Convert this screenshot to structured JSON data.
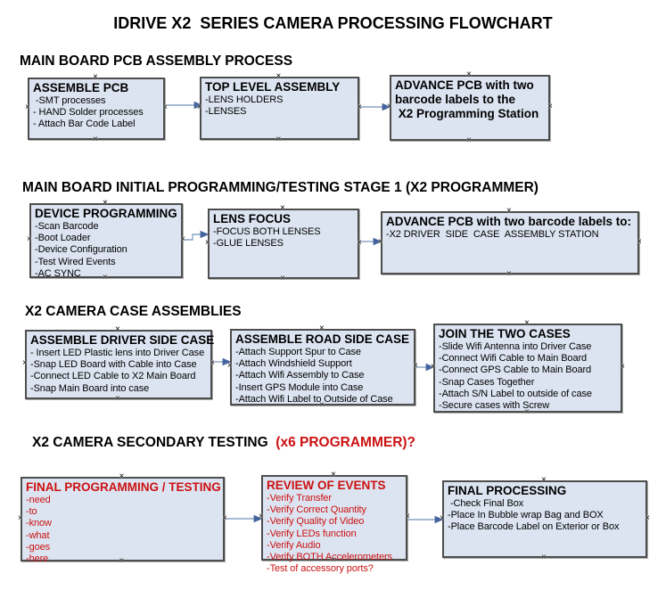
{
  "title": "IDRIVE X2  SERIES CAMERA PROCESSING FLOWCHART",
  "colors": {
    "box_fill": "#dce4f1",
    "box_border": "#4d4d4d",
    "accent_red": "#cc1111",
    "arrow_line": "#8aa3c6",
    "arrow_head": "#44639c"
  },
  "sections": [
    {
      "header": "MAIN BOARD PCB ASSEMBLY PROCESS"
    },
    {
      "header": "MAIN BOARD INITIAL PROGRAMMING/TESTING STAGE 1 (X2 PROGRAMMER)"
    },
    {
      "header": "X2 CAMERA CASE ASSEMBLIES"
    },
    {
      "header_black": "X2 CAMERA SECONDARY TESTING  ",
      "header_red": "(x6 PROGRAMMER)?"
    }
  ],
  "boxes": {
    "assemble_pcb": {
      "title": "ASSEMBLE PCB",
      "items": [
        " -SMT processes",
        "- HAND Solder processes",
        "- Attach Bar Code Label"
      ]
    },
    "top_level_assembly": {
      "title": "TOP LEVEL ASSEMBLY",
      "items": [
        "-LENS HOLDERS",
        "-LENSES"
      ]
    },
    "advance_pcb_programming": {
      "title": "ADVANCE PCB with two\nbarcode labels to the\n X2 Programming Station",
      "items": []
    },
    "device_programming": {
      "title": "DEVICE PROGRAMMING",
      "items": [
        "-Scan Barcode",
        "-Boot Loader",
        "-Device Configuration",
        "-Test Wired Events",
        "-AC SYNC"
      ]
    },
    "lens_focus": {
      "title": "LENS FOCUS",
      "items": [
        "-FOCUS BOTH LENSES",
        "-GLUE LENSES"
      ]
    },
    "advance_pcb_driver": {
      "title": "ADVANCE PCB with two barcode labels to:",
      "items": [
        "-X2 DRIVER  SIDE  CASE  ASSEMBLY STATION"
      ]
    },
    "assemble_driver_side": {
      "title": "ASSEMBLE DRIVER SIDE CASE",
      "items": [
        "- Insert LED Plastic lens into Driver Case",
        "-Snap LED Board with Cable into Case",
        "-Connect LED Cable to X2 Main Board",
        "-Snap Main Board into case"
      ]
    },
    "assemble_road_side": {
      "title": "ASSEMBLE ROAD SIDE CASE",
      "items": [
        "-Attach Support Spur to Case",
        "-Attach Windshield Support",
        "-Attach Wifi Assembly to Case",
        "-Insert GPS Module into Case",
        "-Attach Wifi Label to Outside of Case"
      ]
    },
    "join_two_cases": {
      "title": "JOIN THE TWO CASES",
      "items": [
        "-Slide Wifi Antenna into Driver Case",
        "-Connect Wifi Cable to Main Board",
        "-Connect GPS Cable to Main Board",
        "-Snap Cases Together",
        "-Attach S/N Label to outside of case",
        "-Secure cases with Screw"
      ]
    },
    "final_programming": {
      "title": "FINAL PROGRAMMING / TESTING",
      "items": [
        "-need",
        "-to",
        "-know",
        "-what",
        "-goes",
        "-here"
      ]
    },
    "review_of_events": {
      "title": "REVIEW OF EVENTS",
      "items": [
        "-Verify Transfer",
        "-Verify Correct Quantity",
        "-Verify Quality of Video",
        "-Verify LEDs function",
        "-Verify Audio",
        "-Verify BOTH Accelerometers",
        "-Test of accessory ports?"
      ]
    },
    "final_processing": {
      "title": "FINAL PROCESSING",
      "items": [
        " -Check Final Box",
        "-Place In Bubble wrap Bag and BOX",
        "-Place Barcode Label on Exterior or Box"
      ]
    }
  }
}
